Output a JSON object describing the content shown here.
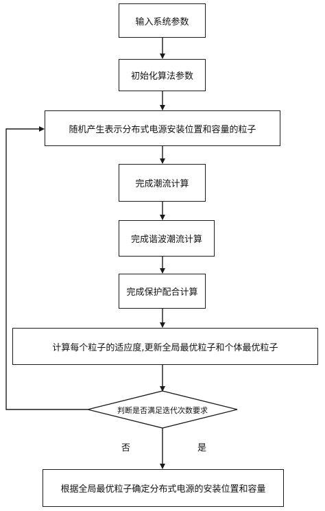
{
  "flowchart": {
    "steps": [
      "输入系统参数",
      "初始化算法参数",
      "随机产生表示分布式电源安装位置和容量的粒子",
      "完成潮流计算",
      "完成谐波潮流计算",
      "完成保护配合计算",
      "计算每个粒子的适应度,更新全局最优粒子和个体最优粒子"
    ],
    "decision": "判断是否满足迭代次数要求",
    "no_label": "否",
    "yes_label": "是",
    "final_step": "根据全局最优粒子确定分布式电源的安装位置和容量"
  }
}
